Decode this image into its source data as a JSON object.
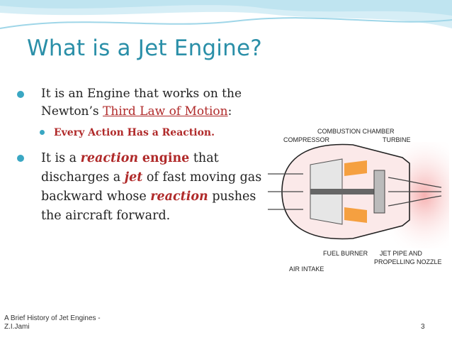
{
  "slide": {
    "title": "What is a Jet Engine?",
    "bullet1": {
      "text_before": "It is an Engine that works on the Newton’s ",
      "link_text": "Third Law of Motion",
      "text_after": ":"
    },
    "sub_bullet": "Every Action Has a Reaction.",
    "bullet2": {
      "t1": "It is a ",
      "e1": "reaction",
      "t2": " ",
      "b1": "engine",
      "t3": " that discharges a ",
      "e2": "jet",
      "t4": " of fast moving gas backward whose ",
      "e3": "reaction",
      "t5": " pushes the aircraft forward."
    },
    "footer": {
      "line1": "A Brief History of Jet Engines -",
      "line2": "Z.I.Jami",
      "page_number": "3"
    }
  },
  "diagram": {
    "labels": {
      "combustion": "COMBUSTION CHAMBER",
      "compressor": "COMPRESSOR",
      "turbine": "TURBINE",
      "fuel_burner": "FUEL BURNER",
      "jet_pipe_1": "JET PIPE AND",
      "jet_pipe_2": "PROPELLING NOZZLE",
      "air_intake": "AIR INTAKE"
    }
  },
  "colors": {
    "title": "#2a8fa8",
    "bullet": "#3aa7c3",
    "emphasis": "#b02a2a",
    "exhaust": "#f3a0a0"
  }
}
